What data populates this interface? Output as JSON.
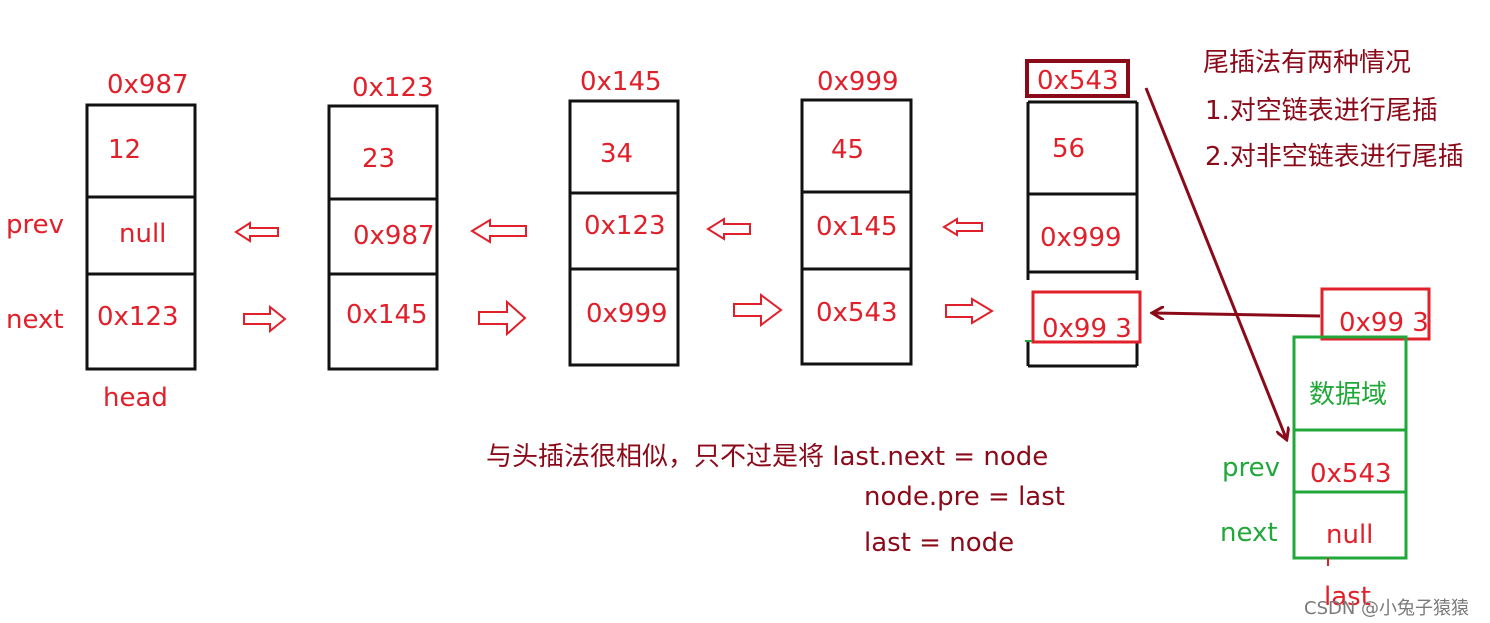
{
  "nodes": [
    {
      "address": "0x987",
      "data": "12",
      "prev": "null",
      "next": "0x123"
    },
    {
      "address": "0x123",
      "data": "23",
      "prev": "0x987",
      "next": "0x145"
    },
    {
      "address": "0x145",
      "data": "34",
      "prev": "0x123",
      "next": "0x999"
    },
    {
      "address": "0x999",
      "data": "45",
      "prev": "0x145",
      "next": "0x543"
    },
    {
      "address": "0x543",
      "data": "56",
      "prev": "0x999",
      "next": "0x99 3"
    }
  ],
  "labels": {
    "prev": "prev",
    "next": "next",
    "head": "head"
  },
  "new_node": {
    "address": "0x99 3",
    "data": "数据域",
    "prev": "0x543",
    "next": "null",
    "prev_label": "prev",
    "next_label": "next",
    "last_label": "last"
  },
  "notes": {
    "heading": "尾插法有两种情况",
    "case1": "1.对空链表进行尾插",
    "case2": "2.对非空链表进行尾插",
    "line1": "与头插法很相似，只不过是将 last.next = node",
    "line2": "node.pre = last",
    "line3": "last = node"
  },
  "watermark": "CSDN @小兔子猿猿",
  "colors": {
    "red": "#e0202a",
    "dark_red": "#8b0a1a",
    "green": "#22a83a",
    "black": "#111111"
  }
}
